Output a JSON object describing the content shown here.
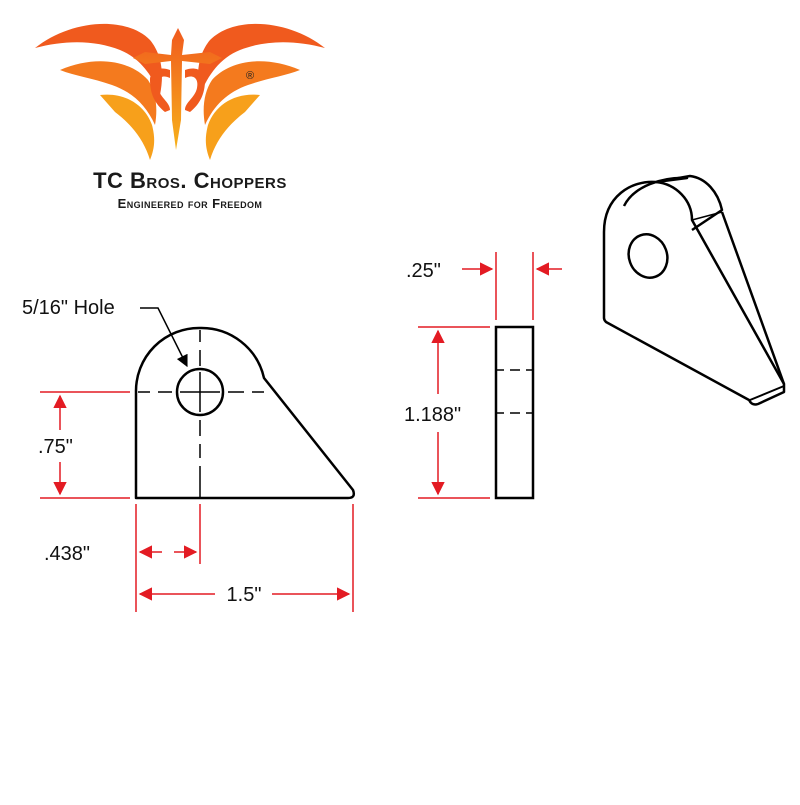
{
  "brand": {
    "name": "TC Bros. Choppers",
    "tagline": "Engineered for Freedom",
    "registered_mark": "®",
    "colors": {
      "orange": "#f05a1e",
      "yellow": "#f7b21b",
      "red": "#e8323c"
    }
  },
  "diagram": {
    "colors": {
      "outline": "#000000",
      "dimension": "#e31b23"
    },
    "labels": {
      "hole": "5/16\" Hole",
      "height_to_hole": ".75\"",
      "hole_offset": ".438\"",
      "width": "1.5\"",
      "thickness": ".25\"",
      "height": "1.188\""
    }
  }
}
